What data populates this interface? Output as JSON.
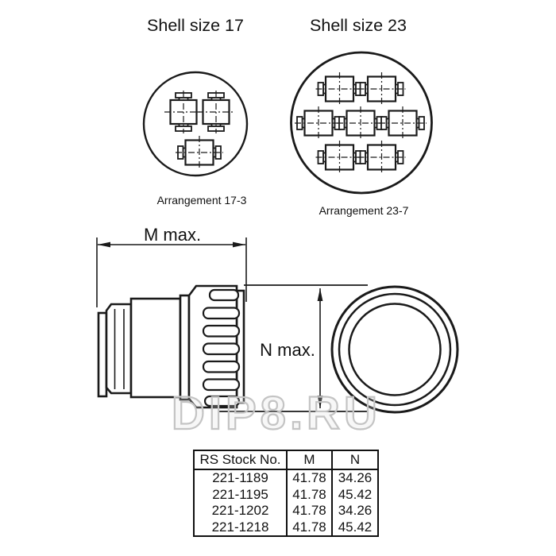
{
  "page": {
    "background_color": "#ffffff",
    "line_color": "#1a1a1a",
    "watermark_color": "#c4c4c4"
  },
  "shells": [
    {
      "title": "Shell size 17",
      "arrangement_label": "Arrangement 17-3",
      "contact_count": 3
    },
    {
      "title": "Shell size 23",
      "arrangement_label": "Arrangement 23-7",
      "contact_count": 7
    }
  ],
  "dimensions": {
    "width_label": "M max.",
    "height_label": "N max."
  },
  "watermark": "DIP8.RU",
  "table": {
    "headers": [
      "RS Stock No.",
      "M",
      "N"
    ],
    "rows": [
      [
        "221-1189",
        "41.78",
        "34.26"
      ],
      [
        "221-1195",
        "41.78",
        "45.42"
      ],
      [
        "221-1202",
        "41.78",
        "34.26"
      ],
      [
        "221-1218",
        "41.78",
        "45.42"
      ]
    ]
  }
}
